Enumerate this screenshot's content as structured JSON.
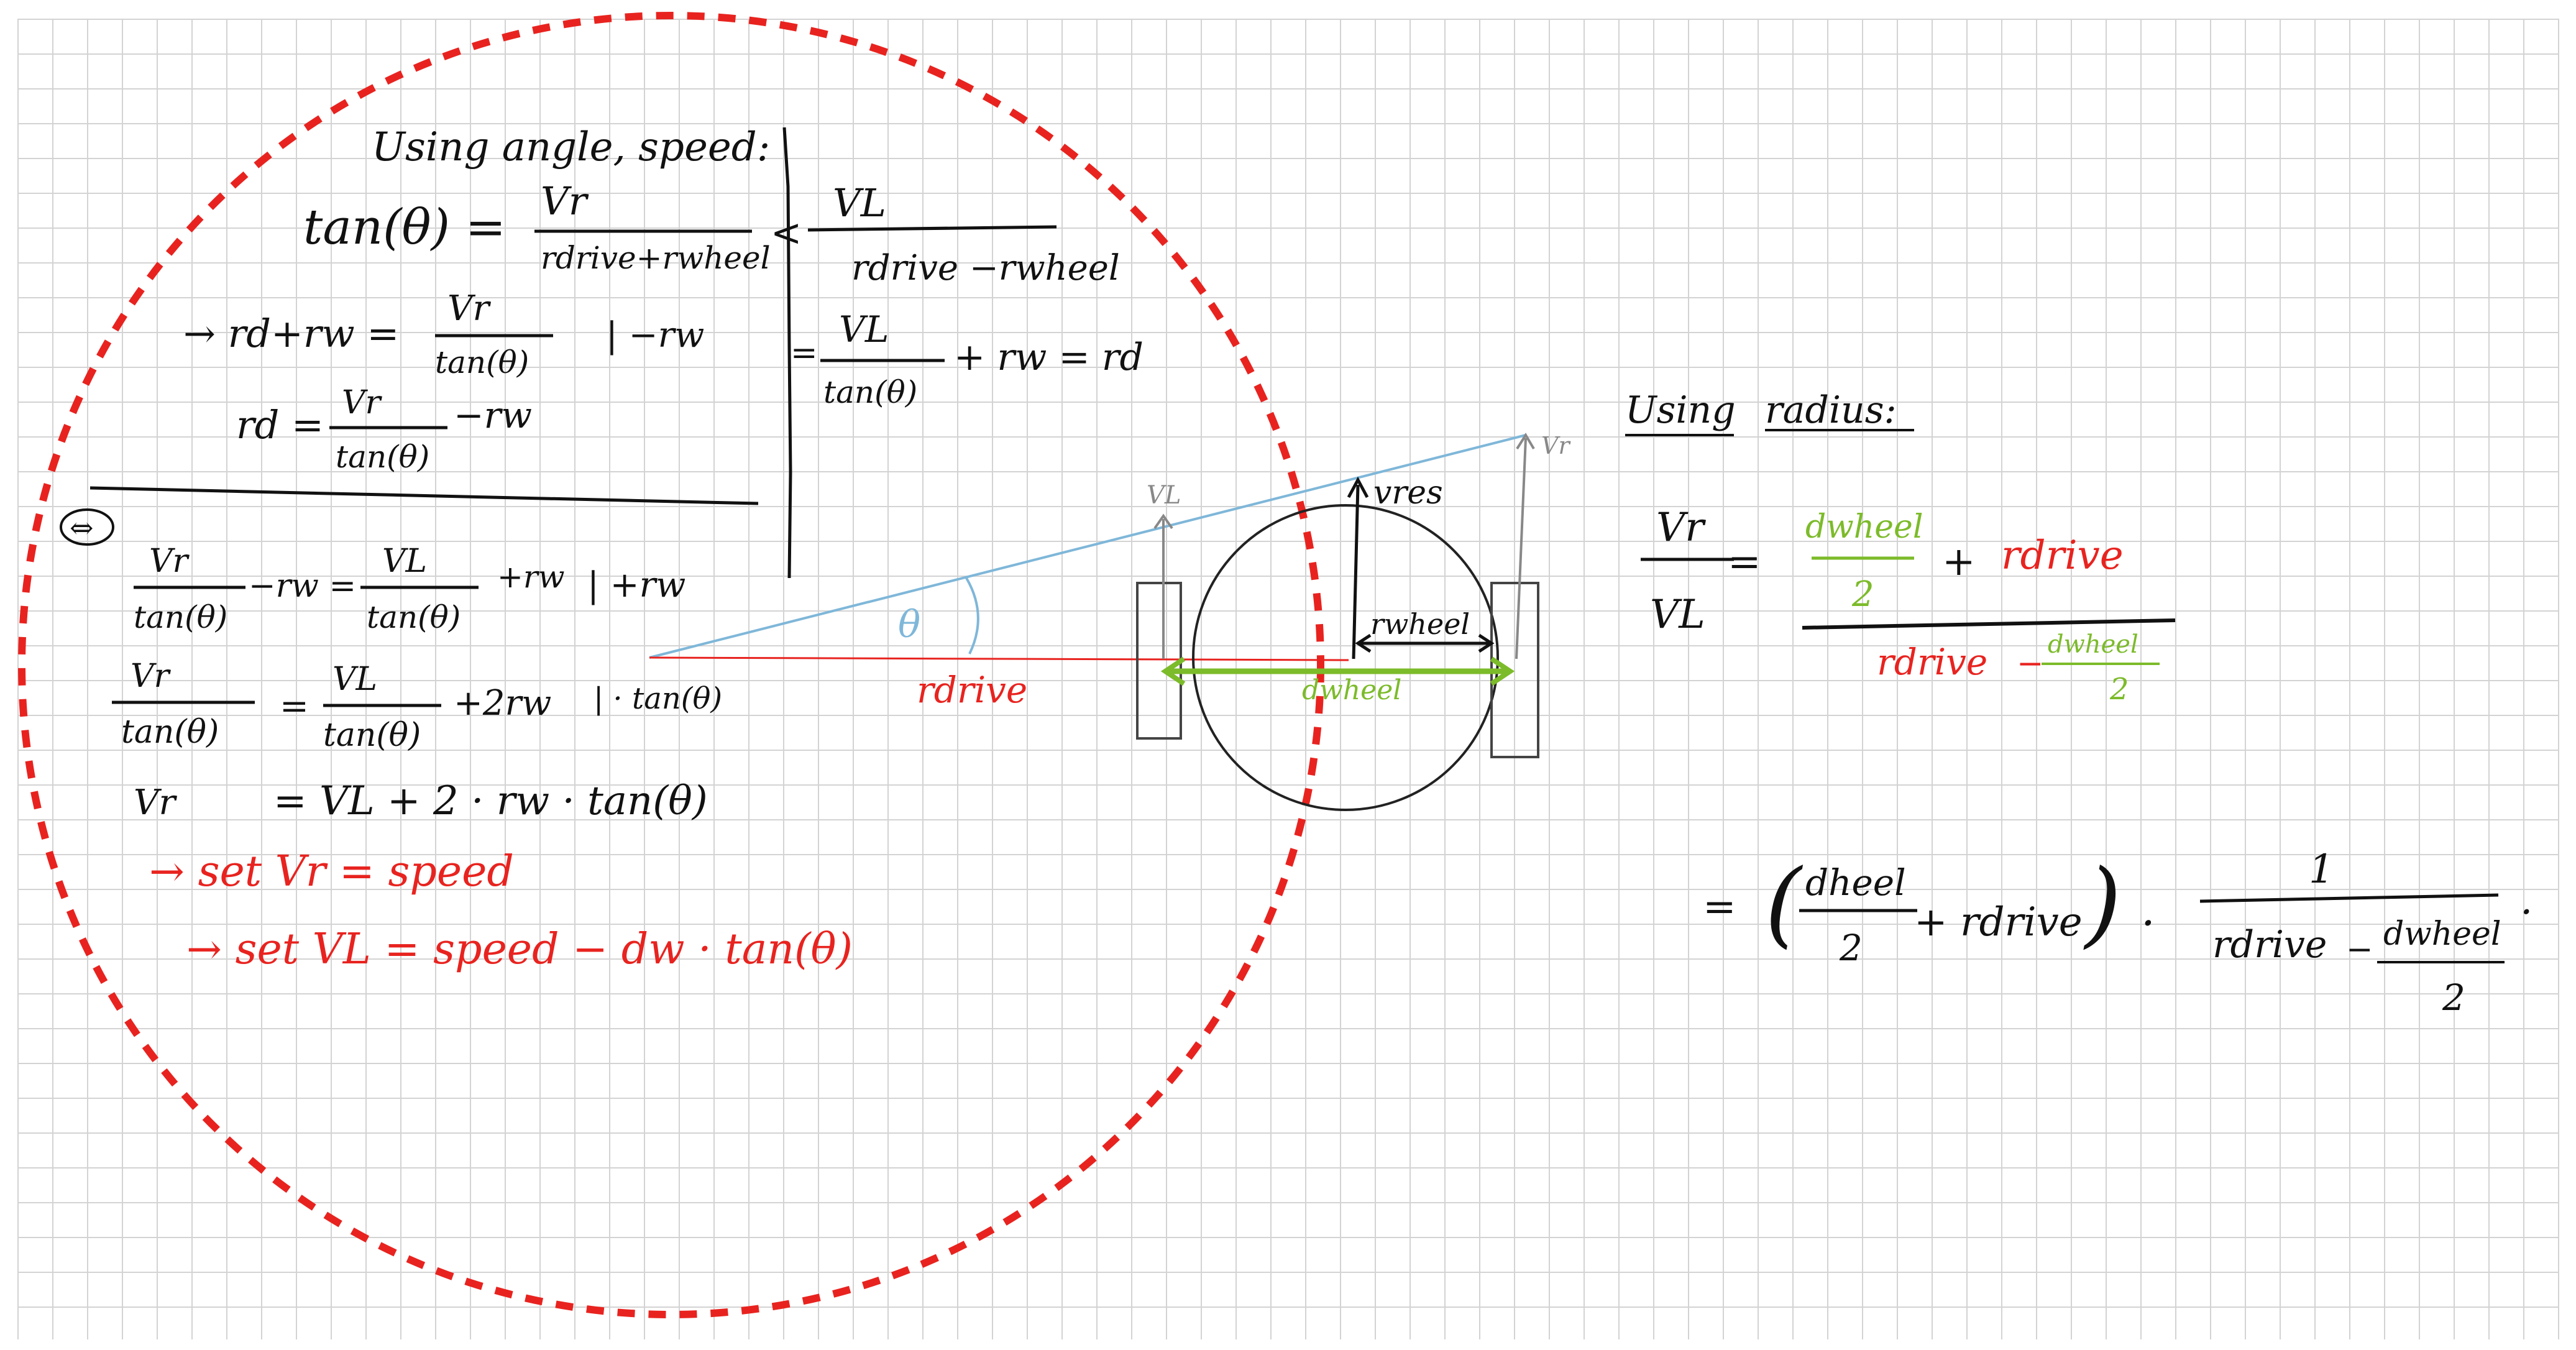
{
  "colors": {
    "ink": "#111111",
    "red": "#e8231f",
    "green": "#7cbb2a",
    "blue": "#7fb7d9",
    "gray": "#888888",
    "grid": "#d3d3d3"
  },
  "left_derivation": {
    "heading": "Using angle, speed:",
    "tan_lhs": "tan(θ) =",
    "frac1_num": "Vr",
    "frac1_den": "rdrive+rwheel",
    "frac2_num": "VL",
    "frac2_den": "rdrive −rwheel",
    "step1_lhs": "→ rd+rw =",
    "step1_num": "Vr",
    "step1_den": "tan(θ)",
    "step1_op": "| −rw",
    "step2_lhs": "rd =",
    "step2_num": "Vr",
    "step2_den": "tan(θ)",
    "step2_tail": "−rw",
    "right_num": "VL",
    "right_den": "tan(θ)",
    "right_tail": "+ rw = rd",
    "right_eq": "=",
    "equiv": "⇔",
    "eq1_num_a": "Vr",
    "eq1_den_a": "tan(θ)",
    "eq1_mid": "−rw =",
    "eq1_num_b": "VL",
    "eq1_den_b": "tan(θ)",
    "eq1_tail": "+rw",
    "eq1_op": "| +rw",
    "eq2_num_a": "Vr",
    "eq2_den_a": "tan(θ)",
    "eq2_eq": "=",
    "eq2_num_b": "VL",
    "eq2_den_b": "tan(θ)",
    "eq2_tail": "+2rw",
    "eq2_op": "| · tan(θ)",
    "eq3_lhs": "Vr",
    "eq3_rhs": "= VL + 2 · rw · tan(θ)",
    "note1": "→ set  Vr = speed",
    "note2": "→ set  VL = speed − dw · tan(θ)"
  },
  "diagram": {
    "theta": "θ",
    "r_drive": "rdrive",
    "r_wheel": "rwheel",
    "d_wheel": "dwheel",
    "v_res": "vres",
    "v_l": "VL",
    "v_r": "Vr"
  },
  "right_derivation": {
    "heading_a": "Using",
    "heading_b": "radius:",
    "lhs_num": "Vr",
    "lhs_den": "VL",
    "eq": "=",
    "top_num": "dwheel",
    "top_den": "2",
    "top_plus": "+",
    "top_rdrive": "rdrive",
    "bot_rdrive": "rdrive",
    "bot_minus": "−",
    "bot_num": "dwheel",
    "bot_den": "2",
    "line2_eq": "=",
    "line2_num": "dheel",
    "line2_den": "2",
    "line2_mid": "+ rdrive",
    "line2_dot": "·",
    "line2_one": "1",
    "line2_den_a": "rdrive",
    "line2_den_minus": "−",
    "line2_den_num": "dwheel",
    "line2_den_den": "2",
    "line2_end": "."
  }
}
